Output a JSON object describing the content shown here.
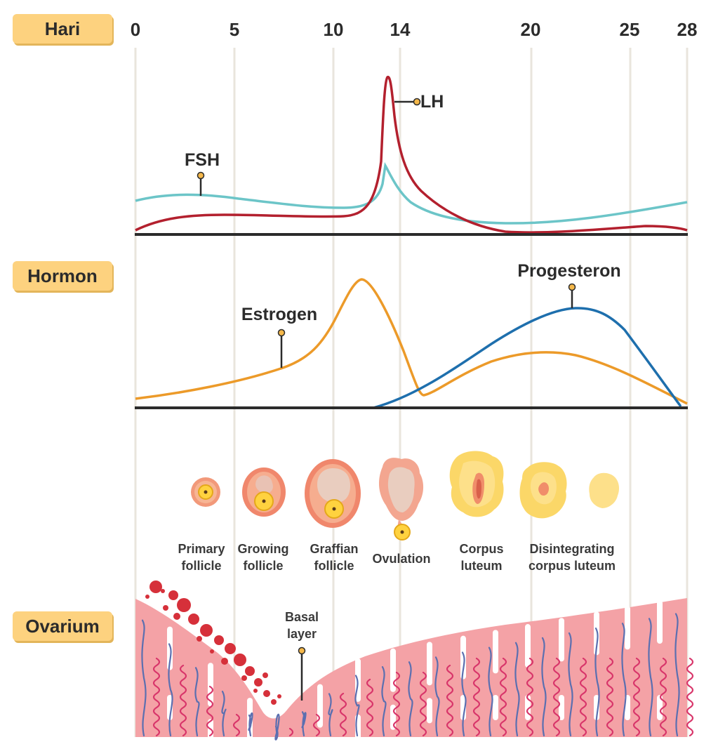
{
  "row_labels": {
    "hari": "Hari",
    "hormon": "Hormon",
    "ovarium": "Ovarium"
  },
  "day_ticks": [
    {
      "day": 0,
      "label": "0"
    },
    {
      "day": 5,
      "label": "5"
    },
    {
      "day": 10,
      "label": "10"
    },
    {
      "day": 14,
      "label": "14"
    },
    {
      "day": 20,
      "label": "20"
    },
    {
      "day": 25,
      "label": "25"
    },
    {
      "day": 28,
      "label": "28"
    }
  ],
  "hormones": {
    "fsh": "FSH",
    "lh": "LH",
    "estrogen": "Estrogen",
    "progesteron": "Progesteron"
  },
  "stages": [
    {
      "line1": "Primary",
      "line2": "follicle"
    },
    {
      "line1": "Growing",
      "line2": "follicle"
    },
    {
      "line1": "Graffian",
      "line2": "follicle"
    },
    {
      "line1": "Ovulation",
      "line2": ""
    },
    {
      "line1": "Corpus",
      "line2": "luteum"
    },
    {
      "line1": "Disintegrating",
      "line2": "corpus luteum"
    }
  ],
  "basal": {
    "line1": "Basal",
    "line2": "layer"
  },
  "colors": {
    "fsh": "#6cc5c8",
    "lh": "#b3202e",
    "estrogen": "#ec9a29",
    "progesteron": "#1e6fad",
    "label_bg": "#fdd27f",
    "grid": "#e8e4dc",
    "endometrium": "#f4a2a6"
  }
}
